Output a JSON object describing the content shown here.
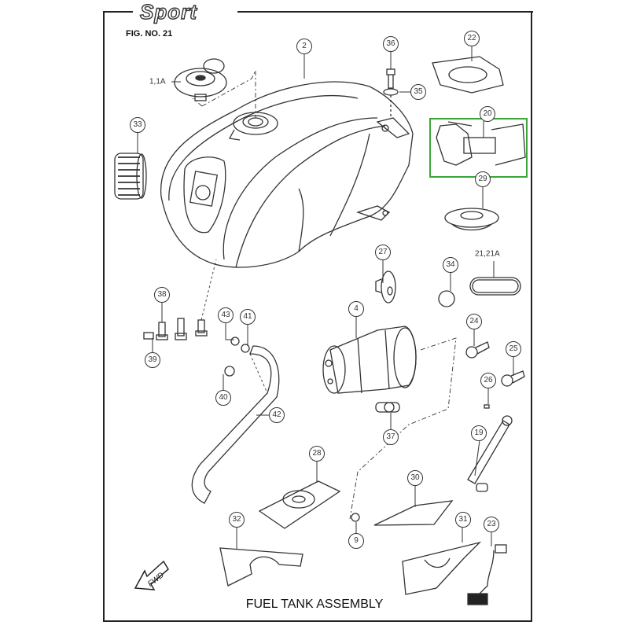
{
  "header": {
    "brand": "Sport",
    "figure_number": "FIG. NO. 21"
  },
  "title": "FUEL TANK ASSEMBLY",
  "forward_indicator": "FWD",
  "highlight": {
    "part_number": "20",
    "color": "#3aa63a"
  },
  "callouts": [
    {
      "id": "2",
      "label": "2"
    },
    {
      "id": "36",
      "label": "36"
    },
    {
      "id": "22",
      "label": "22"
    },
    {
      "id": "35",
      "label": "35"
    },
    {
      "id": "20",
      "label": "20"
    },
    {
      "id": "33",
      "label": "33"
    },
    {
      "id": "29",
      "label": "29"
    },
    {
      "id": "27",
      "label": "27"
    },
    {
      "id": "34",
      "label": "34"
    },
    {
      "id": "38",
      "label": "38"
    },
    {
      "id": "43",
      "label": "43"
    },
    {
      "id": "41",
      "label": "41"
    },
    {
      "id": "4",
      "label": "4"
    },
    {
      "id": "24",
      "label": "24"
    },
    {
      "id": "25",
      "label": "25"
    },
    {
      "id": "39",
      "label": "39"
    },
    {
      "id": "26",
      "label": "26"
    },
    {
      "id": "40",
      "label": "40"
    },
    {
      "id": "42",
      "label": "42"
    },
    {
      "id": "37",
      "label": "37"
    },
    {
      "id": "19",
      "label": "19"
    },
    {
      "id": "28",
      "label": "28"
    },
    {
      "id": "30",
      "label": "30"
    },
    {
      "id": "32",
      "label": "32"
    },
    {
      "id": "31",
      "label": "31"
    },
    {
      "id": "23",
      "label": "23"
    },
    {
      "id": "9",
      "label": "9"
    }
  ],
  "text_labels": [
    {
      "id": "1-1a",
      "label": "1,1A"
    },
    {
      "id": "21-21a",
      "label": "21,21A"
    }
  ]
}
